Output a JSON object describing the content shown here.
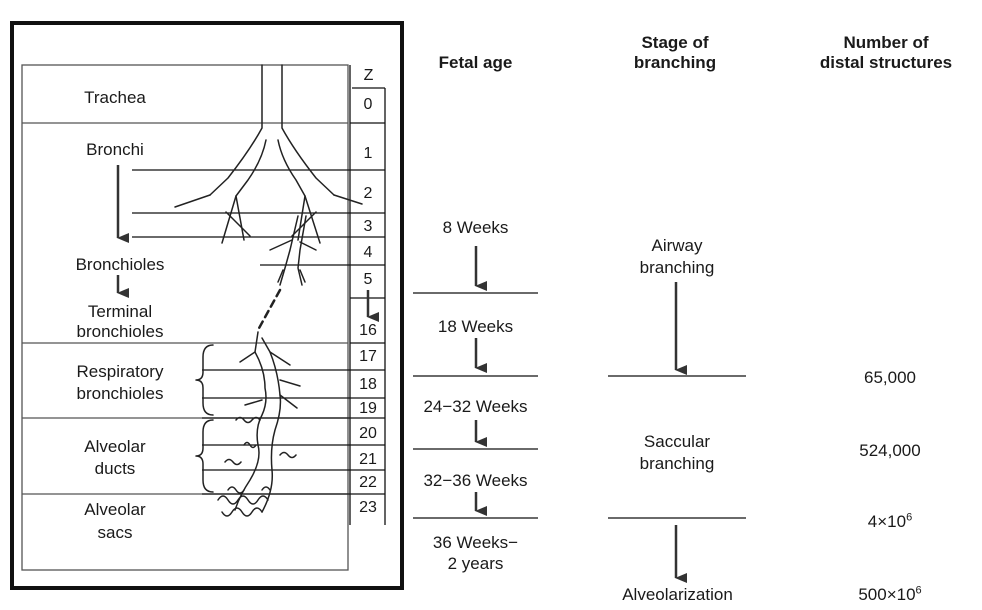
{
  "headers": {
    "generation": "Z",
    "fetal_age": "Fetal age",
    "stage": [
      "Stage of",
      "branching"
    ],
    "distal": [
      "Number of",
      "distal structures"
    ]
  },
  "generations": [
    "0",
    "1",
    "2",
    "3",
    "4",
    "5",
    "16",
    "17",
    "18",
    "19",
    "20",
    "21",
    "22",
    "23"
  ],
  "structures": {
    "trachea": "Trachea",
    "bronchi": "Bronchi",
    "bronchioles": "Bronchioles",
    "terminal_bronchioles": [
      "Terminal",
      "bronchioles"
    ],
    "respiratory_bronchioles": [
      "Respiratory",
      "bronchioles"
    ],
    "alveolar_ducts": [
      "Alveolar",
      "ducts"
    ],
    "alveolar_sacs": [
      "Alveolar",
      "sacs"
    ]
  },
  "fetal_ages": {
    "a1": "8 Weeks",
    "a2": "18 Weeks",
    "a3": "24−32 Weeks",
    "a4": "32−36 Weeks",
    "a5": [
      "36 Weeks−",
      "2 years"
    ]
  },
  "stages": {
    "airway": [
      "Airway",
      "branching"
    ],
    "saccular": [
      "Saccular",
      "branching"
    ],
    "alveolarization": "Alveolarization"
  },
  "distal_counts": {
    "c1": "65,000",
    "c2": "524,000",
    "c3_base": "4×10",
    "c3_exp": "6",
    "c4_base": "500×10",
    "c4_exp": "6"
  }
}
